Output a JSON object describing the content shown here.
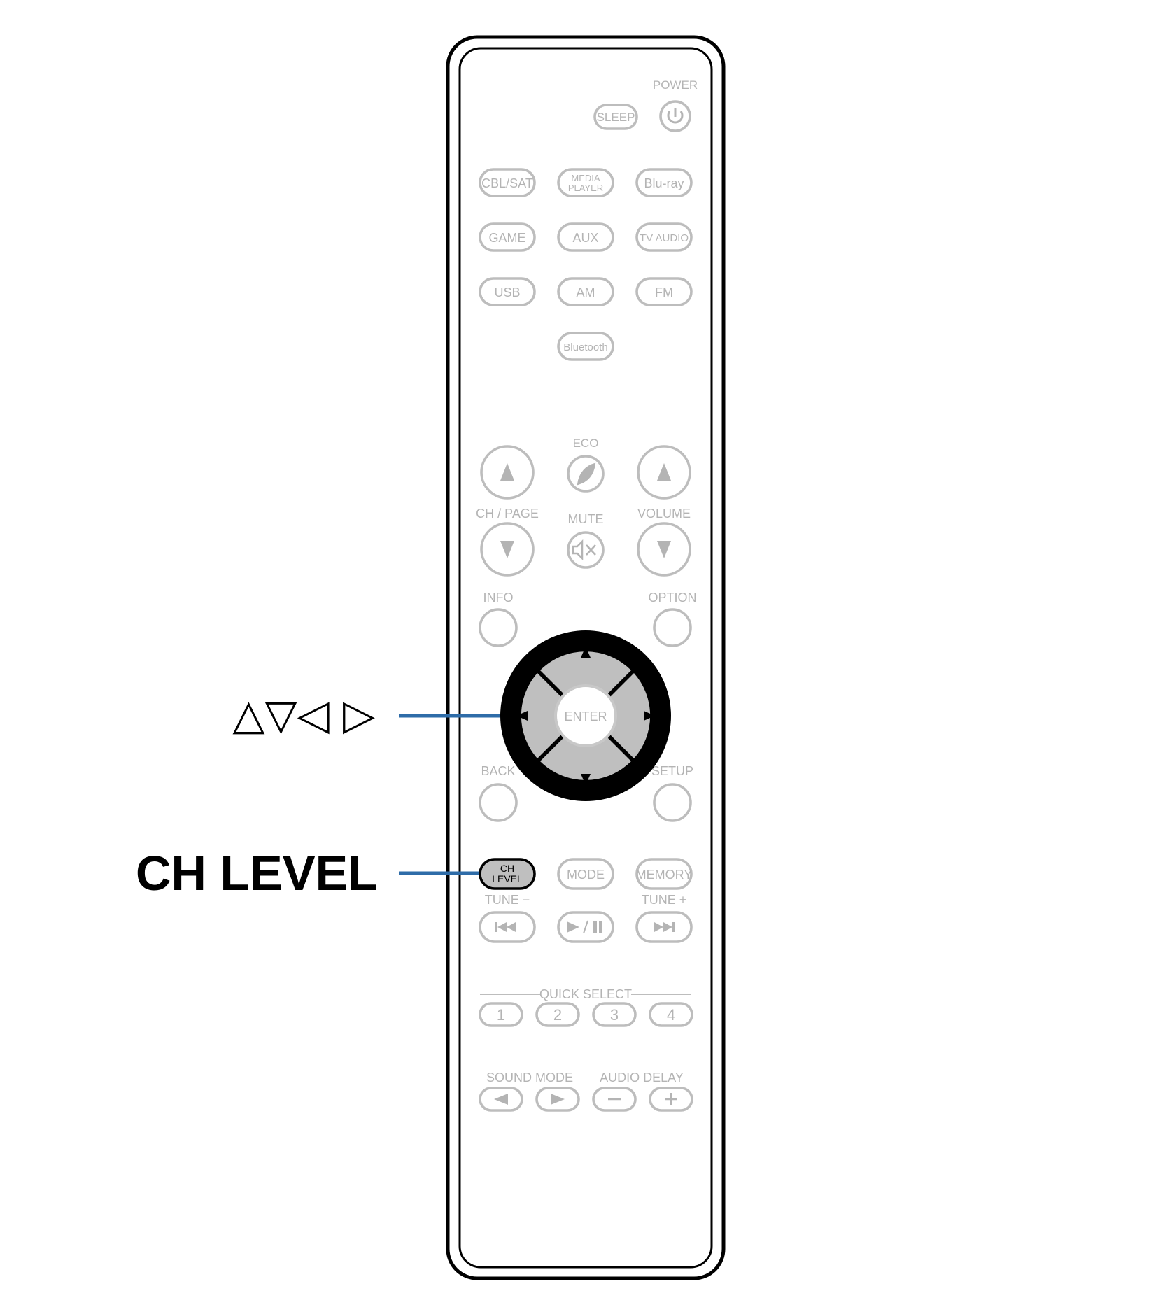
{
  "callouts": {
    "arrows_symbols": "△▽◁ ▷",
    "ch_level": "CH LEVEL"
  },
  "colors": {
    "leader_line": "#2e6ca8",
    "inactive": "#b4b4b4",
    "highlight_fill": "#bfbfbf",
    "outline": "#000000"
  },
  "remote": {
    "power_label": "POWER",
    "sleep": "SLEEP",
    "sources": {
      "cbl_sat": "CBL/SAT",
      "media_line1": "MEDIA",
      "media_line2": "PLAYER",
      "bluray": "Blu-ray",
      "game": "GAME",
      "aux": "AUX",
      "tv_audio": "TV AUDIO",
      "usb": "USB",
      "am": "AM",
      "fm": "FM",
      "bluetooth": "Bluetooth"
    },
    "eco": "ECO",
    "ch_page": "CH / PAGE",
    "mute": "MUTE",
    "volume": "VOLUME",
    "info": "INFO",
    "option": "OPTION",
    "enter": "ENTER",
    "back": "BACK",
    "setup": "SETUP",
    "ch_level_line1": "CH",
    "ch_level_line2": "LEVEL",
    "mode": "MODE",
    "memory": "MEMORY",
    "tune_minus": "TUNE −",
    "tune_plus": "TUNE +",
    "quick_select": "QUICK SELECT",
    "quick_1": "1",
    "quick_2": "2",
    "quick_3": "3",
    "quick_4": "4",
    "sound_mode": "SOUND MODE",
    "audio_delay": "AUDIO DELAY"
  }
}
